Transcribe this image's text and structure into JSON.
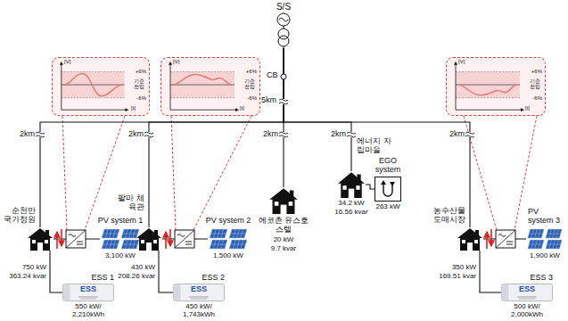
{
  "diagram": {
    "nodes": [
      {
        "text": [
          "S/S"
        ]
      },
      {
        "text": [
          "[V]",
          "+6%",
          "기준 전압",
          "-6%",
          "[t]"
        ]
      },
      {
        "text": [
          "[V]",
          "+6%",
          "기준 전압",
          "-6%",
          "[t]"
        ]
      },
      {
        "text": [
          "[V]",
          "+6%",
          "기준 전압",
          "-6%",
          "[t]"
        ]
      },
      {
        "text": [
          "에너지 자립마을",
          "34.2 kW",
          "16.56 kvar"
        ]
      },
      {
        "text": [
          "EGO system",
          "263 kW"
        ]
      },
      {
        "text": [
          "에코촌 유스호스텔",
          "20 kW",
          "9.7 kvar"
        ]
      },
      {
        "text": [
          "순천만 국가정원",
          "750 kW",
          "363.24 kvar"
        ]
      },
      {
        "text": [
          "PV system 1",
          "3,100 kW"
        ]
      },
      {
        "text": [
          "팔마 체육관",
          "430 kW",
          "208.26 kvar"
        ]
      },
      {
        "text": [
          "PV system 2",
          "1,500 kW"
        ]
      },
      {
        "text": [
          "농수산물 도매시장",
          "350 kW",
          "169.51 kvar"
        ]
      },
      {
        "text": [
          "PV system 3",
          "1,900 kW"
        ]
      },
      {
        "text": [
          "ESS 1",
          "ESS",
          "550 kW/ 2,210kWh"
        ]
      },
      {
        "text": [
          "ESS 2",
          "ESS",
          "450 kW/ 1,743kWh"
        ]
      },
      {
        "text": [
          "ESS 3",
          "ESS",
          "500 kW/ 2,000kWh"
        ]
      }
    ],
    "edges": [
      {
        "from": 0,
        "to": 7,
        "label": "2km",
        "arrow": "none"
      },
      {
        "from": 0,
        "to": 9,
        "label": "2km",
        "arrow": "none"
      },
      {
        "from": 0,
        "to": 6,
        "label": "2km",
        "arrow": "none"
      },
      {
        "from": 0,
        "to": 4,
        "label": "2km",
        "arrow": "none"
      },
      {
        "from": 0,
        "to": 11,
        "label": "2km",
        "arrow": "none"
      },
      {
        "from": 7,
        "to": 8,
        "arrow": "none"
      },
      {
        "from": 9,
        "to": 10,
        "arrow": "none"
      },
      {
        "from": 11,
        "to": 12,
        "arrow": "none"
      },
      {
        "from": 4,
        "to": 5,
        "arrow": "none"
      },
      {
        "from": 7,
        "to": 13,
        "arrow": "none"
      },
      {
        "from": 9,
        "to": 14,
        "arrow": "none"
      },
      {
        "from": 11,
        "to": 15,
        "arrow": "none"
      }
    ],
    "labels": [
      "CB",
      "5km"
    ]
  }
}
